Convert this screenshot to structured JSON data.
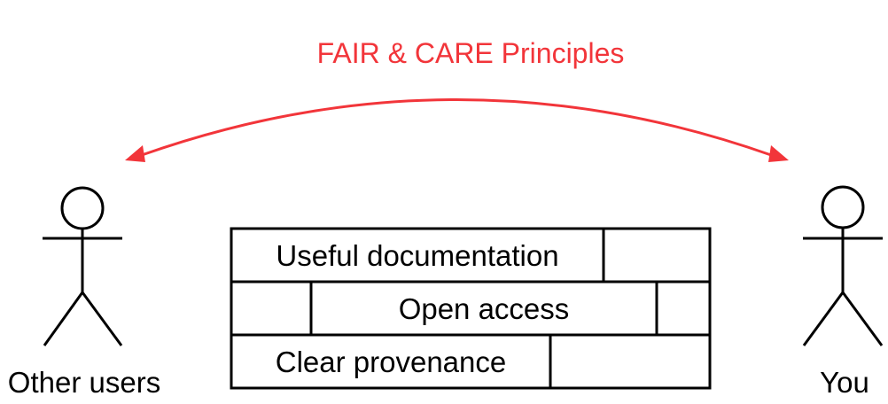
{
  "title": "FAIR & CARE Principles",
  "actors": {
    "left_label": "Other users",
    "right_label": "You"
  },
  "bricks": {
    "row1": "Useful documentation",
    "row2": "Open access",
    "row3": "Clear provenance"
  },
  "colors": {
    "accent": "#f2353a",
    "line": "#000000",
    "background": "#ffffff"
  }
}
